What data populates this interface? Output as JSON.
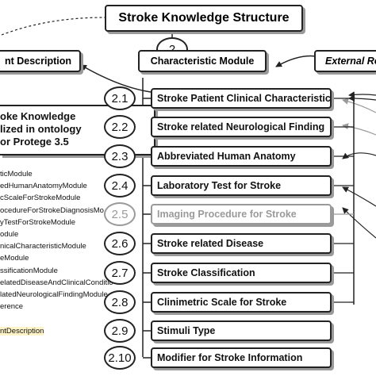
{
  "title": "Stroke Knowledge Structure",
  "top_number": "2",
  "headers": {
    "left": "nt Description",
    "center": "Characteristic Module",
    "right": "External Re"
  },
  "protege_note": [
    "oke Knowledge",
    "lized in ontology",
    "or Protege 3.5"
  ],
  "modules": [
    {
      "number": "2.1",
      "label": "Stroke Patient Clinical Characteristic",
      "dim": false
    },
    {
      "number": "2.2",
      "label": "Stroke related Neurological Finding",
      "dim": false
    },
    {
      "number": "2.3",
      "label": "Abbreviated Human Anatomy",
      "dim": false
    },
    {
      "number": "2.4",
      "label": "Laboratory Test for Stroke",
      "dim": false
    },
    {
      "number": "2.5",
      "label": "Imaging Procedure for Stroke",
      "dim": true
    },
    {
      "number": "2.6",
      "label": "Stroke related Disease",
      "dim": false
    },
    {
      "number": "2.7",
      "label": "Stroke Classification",
      "dim": false
    },
    {
      "number": "2.8",
      "label": "Clinimetric Scale for Stroke",
      "dim": false
    },
    {
      "number": "2.9",
      "label": "Stimuli Type",
      "dim": false
    },
    {
      "number": "2.10",
      "label": "Modifier for Stroke Information",
      "dim": false
    }
  ],
  "tree_items": [
    "ticModule",
    "edHumanAnatomyModule",
    "cScaleForStrokeModule",
    "ocedureForStrokeDiagnosisMo",
    "yTestForStrokeModule",
    "odule",
    "nicalCharacteristicModule",
    "eModule",
    "ssificationModule",
    "elatedDiseaseAndClinicalConditio",
    "latedNeurologicalFindingModule",
    "erence",
    "",
    "ntDescription"
  ]
}
